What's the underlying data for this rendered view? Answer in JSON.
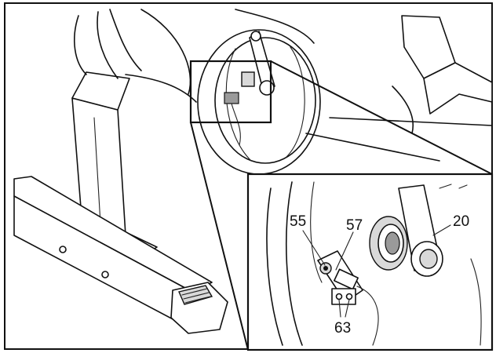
{
  "callouts": {
    "part_55": "55",
    "part_57": "57",
    "part_20": "20",
    "part_63": "63"
  },
  "colors": {
    "line": "#111111",
    "shade": "#d9d9d9",
    "dark_shade": "#9a9a9a",
    "background": "#ffffff"
  }
}
